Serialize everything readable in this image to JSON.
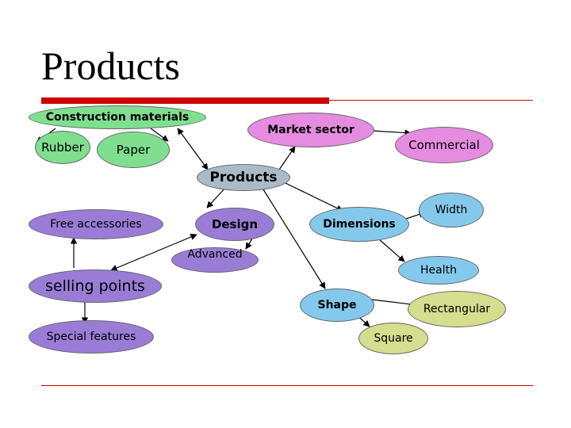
{
  "title": "Products",
  "nodes": {
    "construction_materials": "Construction materials",
    "rubber": "Rubber",
    "paper": "Paper",
    "market_sector": "Market sector",
    "commercial": "Commercial",
    "products": "Products",
    "free_accessories": "Free accessories",
    "design": "Design",
    "dimensions": "Dimensions",
    "width": "Width",
    "advanced": "Advanced",
    "health": "Health",
    "selling_points": "selling points",
    "shape": "Shape",
    "rectangular": "Rectangular",
    "special_features": "Special features",
    "square": "Square"
  },
  "colors": {
    "green": "#7fdf8f",
    "pink": "#e58be0",
    "gray": "#a9bac8",
    "purple": "#9a7cd6",
    "blue": "#84c9ec",
    "olive": "#d5dd8e",
    "accent_red": "#cc0000"
  }
}
